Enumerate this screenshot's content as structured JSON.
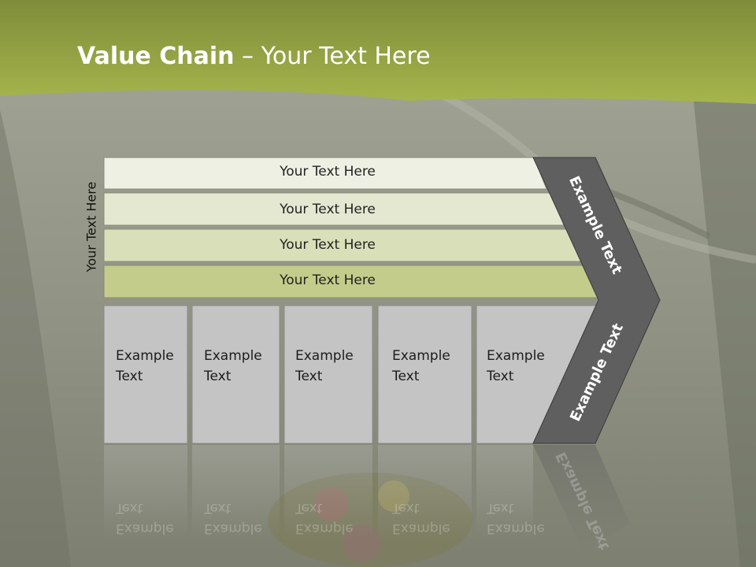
{
  "title": {
    "bold": "Value Chain",
    "rest": " – Your Text Here"
  },
  "side_label": "Your Text Here",
  "bars": [
    {
      "label": "Your Text Here",
      "color": "#eef0e4"
    },
    {
      "label": "Your Text Here",
      "color": "#e4e8d0"
    },
    {
      "label": "Your Text Here",
      "color": "#d9dfb8"
    },
    {
      "label": "Your Text Here",
      "color": "#c3cc8a"
    }
  ],
  "boxes": [
    {
      "line1": "Example",
      "line2": "Text"
    },
    {
      "line1": "Example",
      "line2": "Text"
    },
    {
      "line1": "Example",
      "line2": "Text"
    },
    {
      "line1": "Example",
      "line2": "Text"
    },
    {
      "line1": "Example",
      "line2": "Text"
    }
  ],
  "chevron": {
    "upper_label": "Example Text",
    "lower_label": "Example Text",
    "color": "#5f5f5f"
  },
  "colors": {
    "header_green": "#9eae45",
    "box_gray": "#c4c4c4",
    "background": "#8d8f80"
  }
}
